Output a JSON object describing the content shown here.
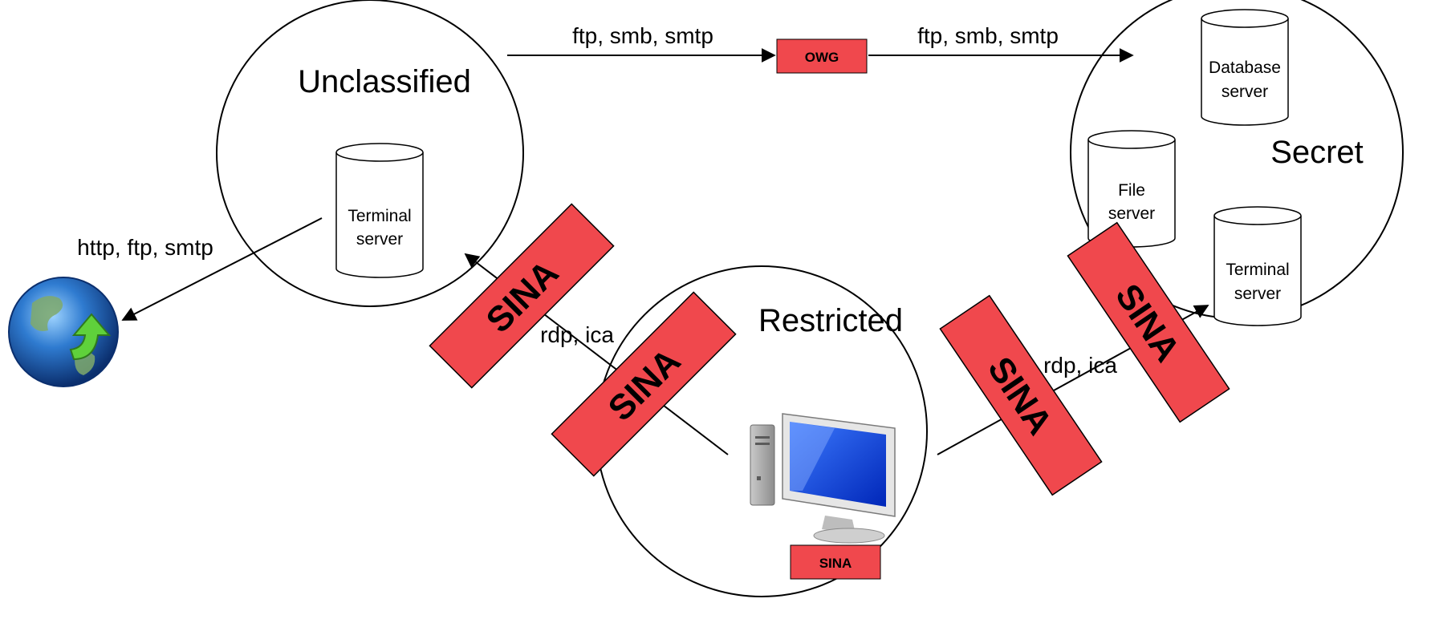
{
  "zones": {
    "unclassified": "Unclassified",
    "secret": "Secret",
    "restricted": "Restricted"
  },
  "servers": {
    "unclassified_terminal": [
      "Terminal",
      "server"
    ],
    "database": [
      "Database",
      "server"
    ],
    "file": [
      "File",
      "server"
    ],
    "secret_terminal": [
      "Terminal",
      "server"
    ]
  },
  "edges": {
    "uncl_to_owg": "ftp, smb, smtp",
    "owg_to_secret": "ftp, smb, smtp",
    "internet": "http, ftp, smtp",
    "restricted_to_uncl": "rdp, ica",
    "restricted_to_secret": "rdp, ica"
  },
  "gateways": {
    "owg": "OWG",
    "sina_box": "SINA",
    "sina_rotated": "SINA"
  },
  "icons": {
    "globe": "globe-icon",
    "workstation": "computer-icon"
  },
  "colors": {
    "sina_fill": "#f0484d",
    "stroke": "#000000"
  }
}
